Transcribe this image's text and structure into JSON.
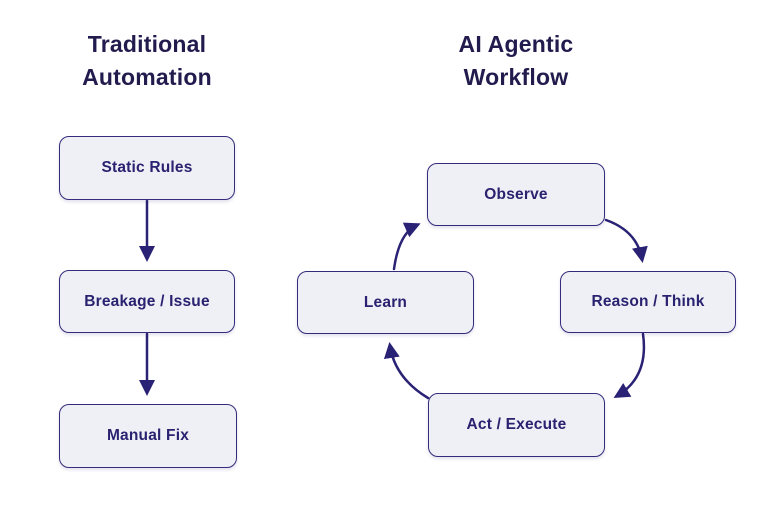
{
  "colors": {
    "background": "#ffffff",
    "box_fill": "#eef0f6",
    "box_border": "#332c7b",
    "text": "#2a2270",
    "title": "#221b4e",
    "arrow": "#2a2274"
  },
  "left_panel": {
    "title": "Traditional Automation",
    "nodes": [
      "Static Rules",
      "Breakage / Issue",
      "Manual Fix"
    ],
    "edges": [
      {
        "from": "Static Rules",
        "to": "Breakage / Issue"
      },
      {
        "from": "Breakage / Issue",
        "to": "Manual Fix"
      }
    ]
  },
  "right_panel": {
    "title": "AI Agentic Workflow",
    "nodes": [
      "Observe",
      "Reason / Think",
      "Act / Execute",
      "Learn"
    ],
    "cycle_direction": "clockwise",
    "edges": [
      {
        "from": "Learn",
        "to": "Observe"
      },
      {
        "from": "Observe",
        "to": "Reason / Think"
      },
      {
        "from": "Reason / Think",
        "to": "Act / Execute"
      },
      {
        "from": "Act / Execute",
        "to": "Learn"
      }
    ]
  }
}
